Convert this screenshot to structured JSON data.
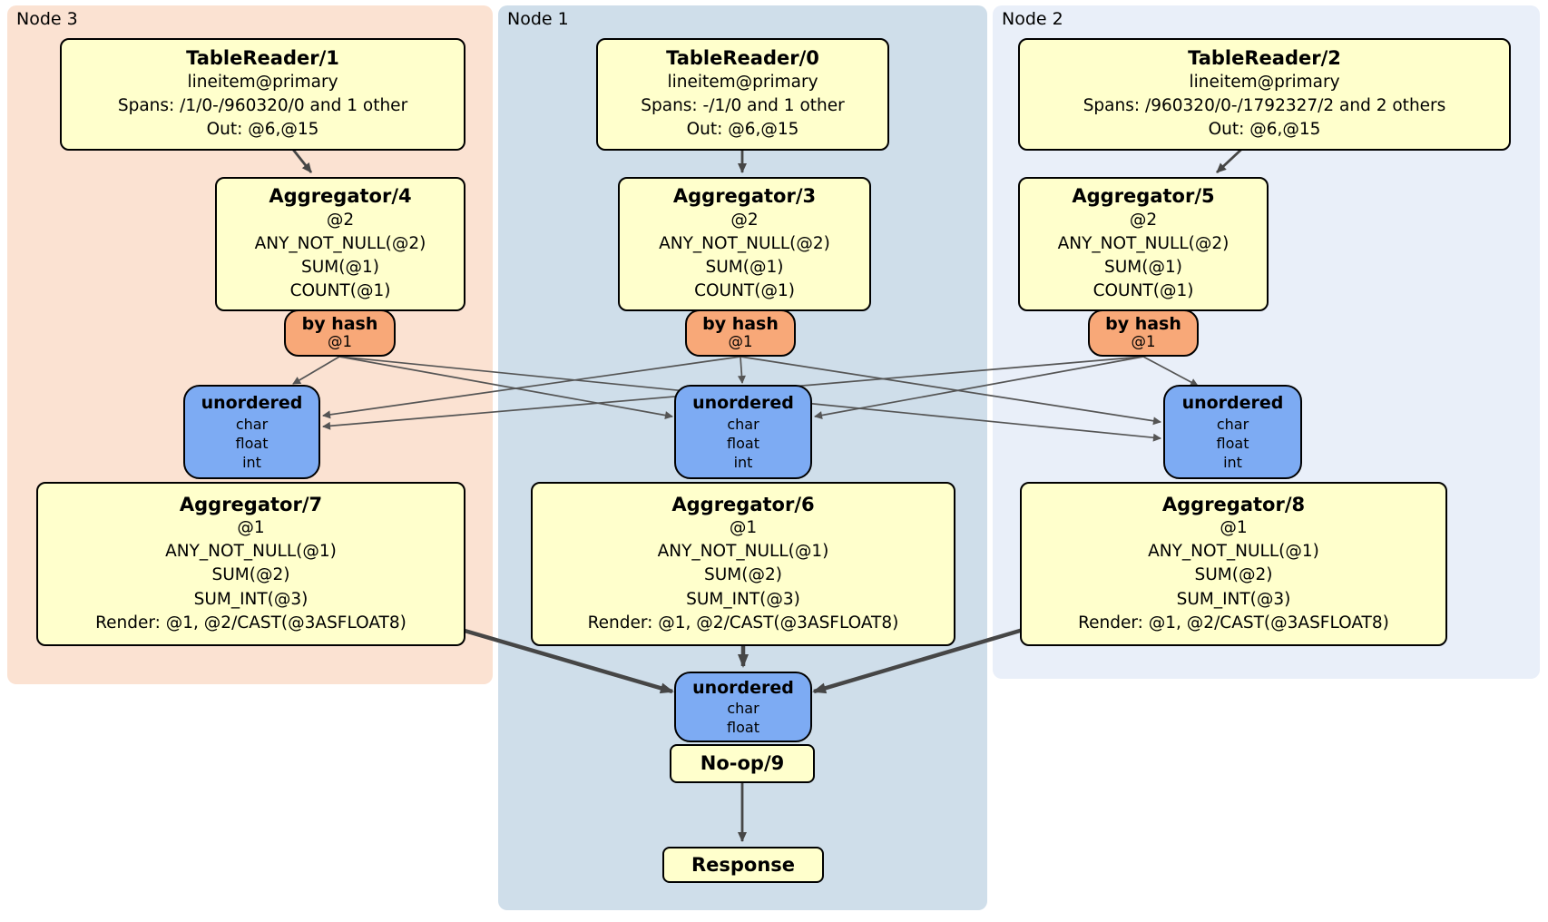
{
  "panels": [
    {
      "label": "Node 3"
    },
    {
      "label": "Node 1"
    },
    {
      "label": "Node 2"
    }
  ],
  "boxes": {
    "tr1": {
      "title": "TableReader/1",
      "lines": [
        "lineitem@primary",
        "Spans: /1/0-/960320/0 and 1 other",
        "Out: @6,@15"
      ]
    },
    "tr0": {
      "title": "TableReader/0",
      "lines": [
        "lineitem@primary",
        "Spans: -/1/0 and 1 other",
        "Out: @6,@15"
      ]
    },
    "tr2": {
      "title": "TableReader/2",
      "lines": [
        "lineitem@primary",
        "Spans: /960320/0-/1792327/2 and 2 others",
        "Out: @6,@15"
      ]
    },
    "agg4": {
      "title": "Aggregator/4",
      "lines": [
        "@2",
        "ANY_NOT_NULL(@2)",
        "SUM(@1)",
        "COUNT(@1)"
      ]
    },
    "agg3": {
      "title": "Aggregator/3",
      "lines": [
        "@2",
        "ANY_NOT_NULL(@2)",
        "SUM(@1)",
        "COUNT(@1)"
      ]
    },
    "agg5": {
      "title": "Aggregator/5",
      "lines": [
        "@2",
        "ANY_NOT_NULL(@2)",
        "SUM(@1)",
        "COUNT(@1)"
      ]
    },
    "byhash3": {
      "title": "by hash",
      "lines": [
        "@1"
      ]
    },
    "byhash1": {
      "title": "by hash",
      "lines": [
        "@1"
      ]
    },
    "byhash2": {
      "title": "by hash",
      "lines": [
        "@1"
      ]
    },
    "uno3": {
      "title": "unordered",
      "lines": [
        "char",
        "float",
        "int"
      ]
    },
    "uno1": {
      "title": "unordered",
      "lines": [
        "char",
        "float",
        "int"
      ]
    },
    "uno2": {
      "title": "unordered",
      "lines": [
        "char",
        "float",
        "int"
      ]
    },
    "agg7": {
      "title": "Aggregator/7",
      "lines": [
        "@1",
        "ANY_NOT_NULL(@1)",
        "SUM(@2)",
        "SUM_INT(@3)",
        "Render: @1, @2/CAST(@3ASFLOAT8)"
      ]
    },
    "agg6": {
      "title": "Aggregator/6",
      "lines": [
        "@1",
        "ANY_NOT_NULL(@1)",
        "SUM(@2)",
        "SUM_INT(@3)",
        "Render: @1, @2/CAST(@3ASFLOAT8)"
      ]
    },
    "agg8": {
      "title": "Aggregator/8",
      "lines": [
        "@1",
        "ANY_NOT_NULL(@1)",
        "SUM(@2)",
        "SUM_INT(@3)",
        "Render: @1, @2/CAST(@3ASFLOAT8)"
      ]
    },
    "unoF": {
      "title": "unordered",
      "lines": [
        "char",
        "float"
      ]
    },
    "noop": {
      "title": "No-op/9"
    },
    "resp": {
      "title": "Response"
    }
  },
  "colors": {
    "panel_node3": "#fbe2d2",
    "panel_node1": "#cfdeea",
    "panel_node2": "#e9eff9",
    "operator_fill": "#ffffcc",
    "router_fill": "#f8a878",
    "sync_fill": "#7dabf3",
    "box_border": "#000000",
    "edge_thin": "#555555",
    "edge_thick": "#464646"
  }
}
